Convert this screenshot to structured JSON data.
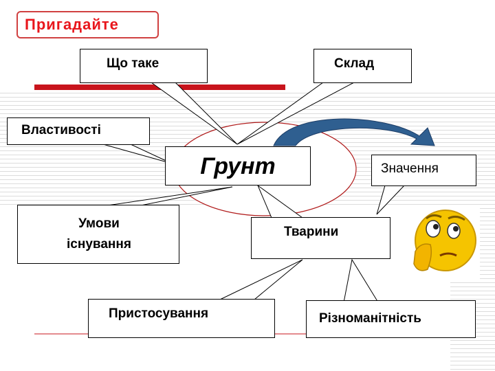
{
  "recall_label": "Пригадайте",
  "center": {
    "label": "Грунт"
  },
  "callouts": {
    "what_is": "Що таке",
    "composition": "Склад",
    "properties": "Властивості",
    "meaning": "Значення",
    "conditions": "Умови існування",
    "animals": "Тварини",
    "adaptation": "Пристосування",
    "diversity": "Різноманітність"
  },
  "colors": {
    "accent_red": "#e8161c",
    "bar_red": "#c8141c",
    "arrow_blue": "#2f5f90",
    "emoji_yellow": "#f5c400"
  },
  "icons": [
    "thinking-face-icon",
    "curved-arrow-icon"
  ]
}
